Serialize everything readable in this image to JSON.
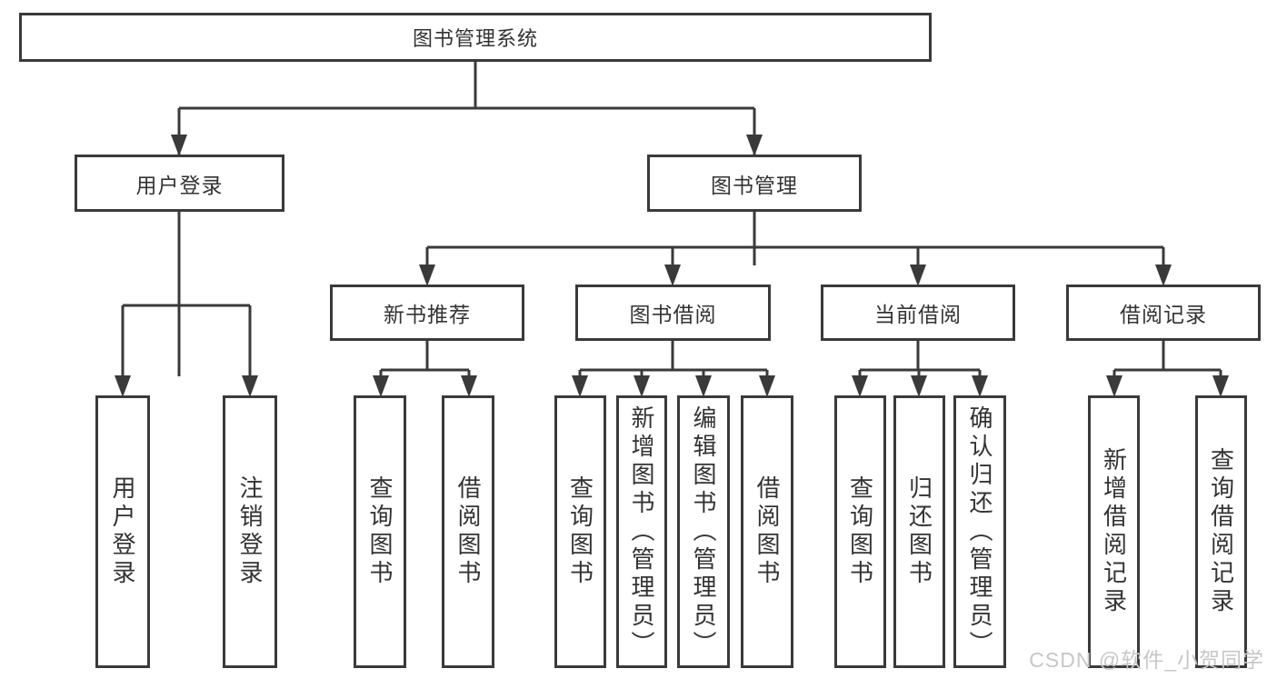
{
  "diagram": {
    "type": "hierarchy-tree",
    "tree": {
      "root": {
        "label": "图书管理系统",
        "children": [
          {
            "label": "用户登录",
            "children": [
              {
                "label": "用户登录"
              },
              {
                "label": "注销登录"
              }
            ]
          },
          {
            "label": "图书管理",
            "children": [
              {
                "label": "新书推荐",
                "children": [
                  {
                    "label": "查询图书"
                  },
                  {
                    "label": "借阅图书"
                  }
                ]
              },
              {
                "label": "图书借阅",
                "children": [
                  {
                    "label": "查询图书"
                  },
                  {
                    "label": "新增图书（管理员）"
                  },
                  {
                    "label": "编辑图书（管理员）"
                  },
                  {
                    "label": "借阅图书"
                  }
                ]
              },
              {
                "label": "当前借阅",
                "children": [
                  {
                    "label": "查询图书"
                  },
                  {
                    "label": "归还图书"
                  },
                  {
                    "label": "确认归还（管理员）"
                  }
                ]
              },
              {
                "label": "借阅记录",
                "children": [
                  {
                    "label": "新增借阅记录"
                  },
                  {
                    "label": "查询借阅记录"
                  }
                ]
              }
            ]
          }
        ]
      }
    },
    "colors": {
      "line": "#3a3a3a",
      "box_border": "#3a3a3a",
      "box_background": "#ffffff",
      "text": "#333333",
      "watermark": "#c7c7c7"
    }
  },
  "watermark": {
    "label": "CSDN @软件_小贺同学"
  }
}
